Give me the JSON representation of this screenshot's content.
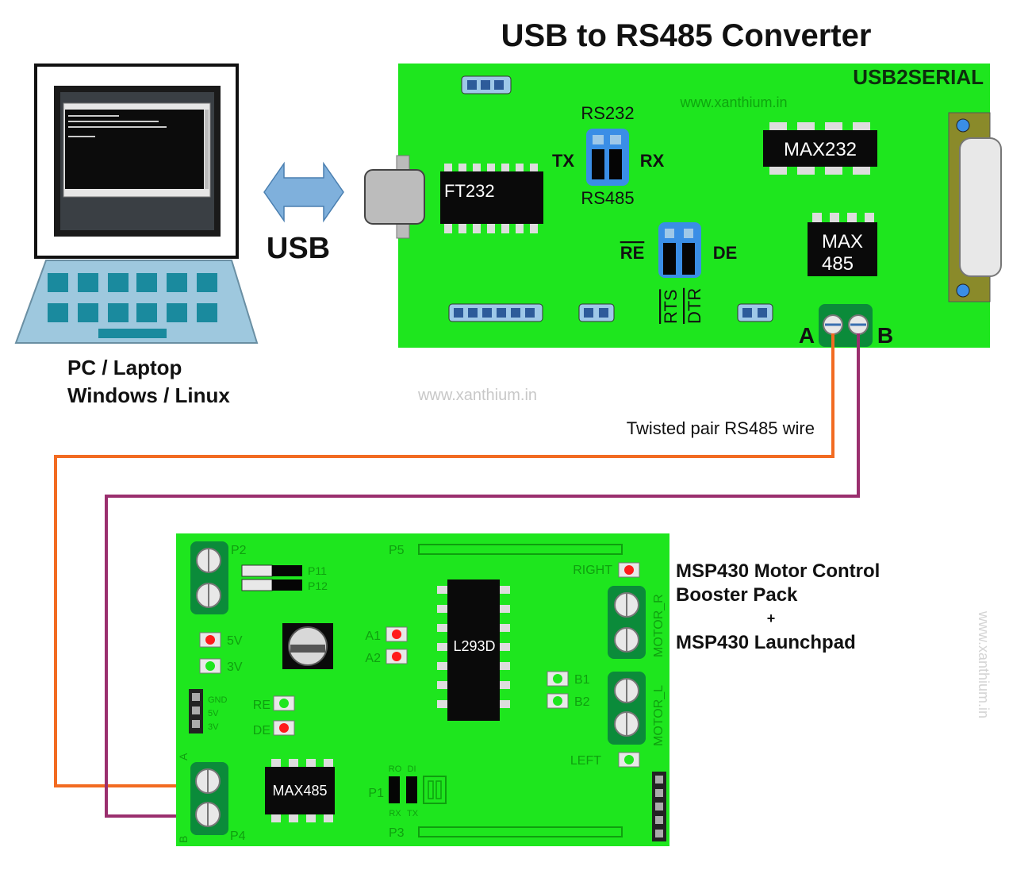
{
  "title": "USB to RS485 Converter",
  "converter": {
    "label": "USB2SERIAL",
    "watermark": "www.xanthium.in",
    "chip_ft232": "FT232",
    "chip_max232": "MAX232",
    "chip_max485_line1": "MAX",
    "chip_max485_line2": "485",
    "rs232": "RS232",
    "rs485": "RS485",
    "tx": "TX",
    "rx": "RX",
    "re": "RE",
    "de": "DE",
    "rts": "RTS",
    "dtr": "DTR",
    "term_a": "A",
    "term_b": "B"
  },
  "pc": {
    "line1": "PC / Laptop",
    "line2": "Windows / Linux"
  },
  "usb_label": "USB",
  "watermark_center": "www.xanthium.in",
  "watermark_side": "www.xanthium.in",
  "wire_label": "Twisted pair RS485 wire",
  "booster": {
    "p2": "P2",
    "p5": "P5",
    "p11": "P11",
    "p12": "P12",
    "right": "RIGHT",
    "left": "LEFT",
    "motor_r": "MOTOR_R",
    "motor_l": "MOTOR_L",
    "l293d": "L293D",
    "max485": "MAX485",
    "v5": "5V",
    "v3": "3V",
    "a1": "A1",
    "a2": "A2",
    "b1": "B1",
    "b2": "B2",
    "re": "RE",
    "de": "DE",
    "gnd": "GND",
    "p1": "P1",
    "p3": "P3",
    "p4": "P4",
    "ro": "RO",
    "di": "DI",
    "rx": "RX",
    "tx": "TX",
    "a": "A",
    "b": "B"
  },
  "booster_text": {
    "line1": "MSP430 Motor Control",
    "line2": "Booster Pack",
    "plus": "+",
    "line3": "MSP430 Launchpad"
  },
  "colors": {
    "board_green": "#1ee61e",
    "chip_black": "#0a0a0a",
    "keyboard_blue": "#9ec8de",
    "key_teal": "#1a8a9e",
    "arrow_blue": "#7fb0dc",
    "wire_orange": "#f26b21",
    "wire_purple": "#9a2f6e",
    "led_red": "#ff1a1a",
    "jumper_blue": "#3a8ee6"
  }
}
